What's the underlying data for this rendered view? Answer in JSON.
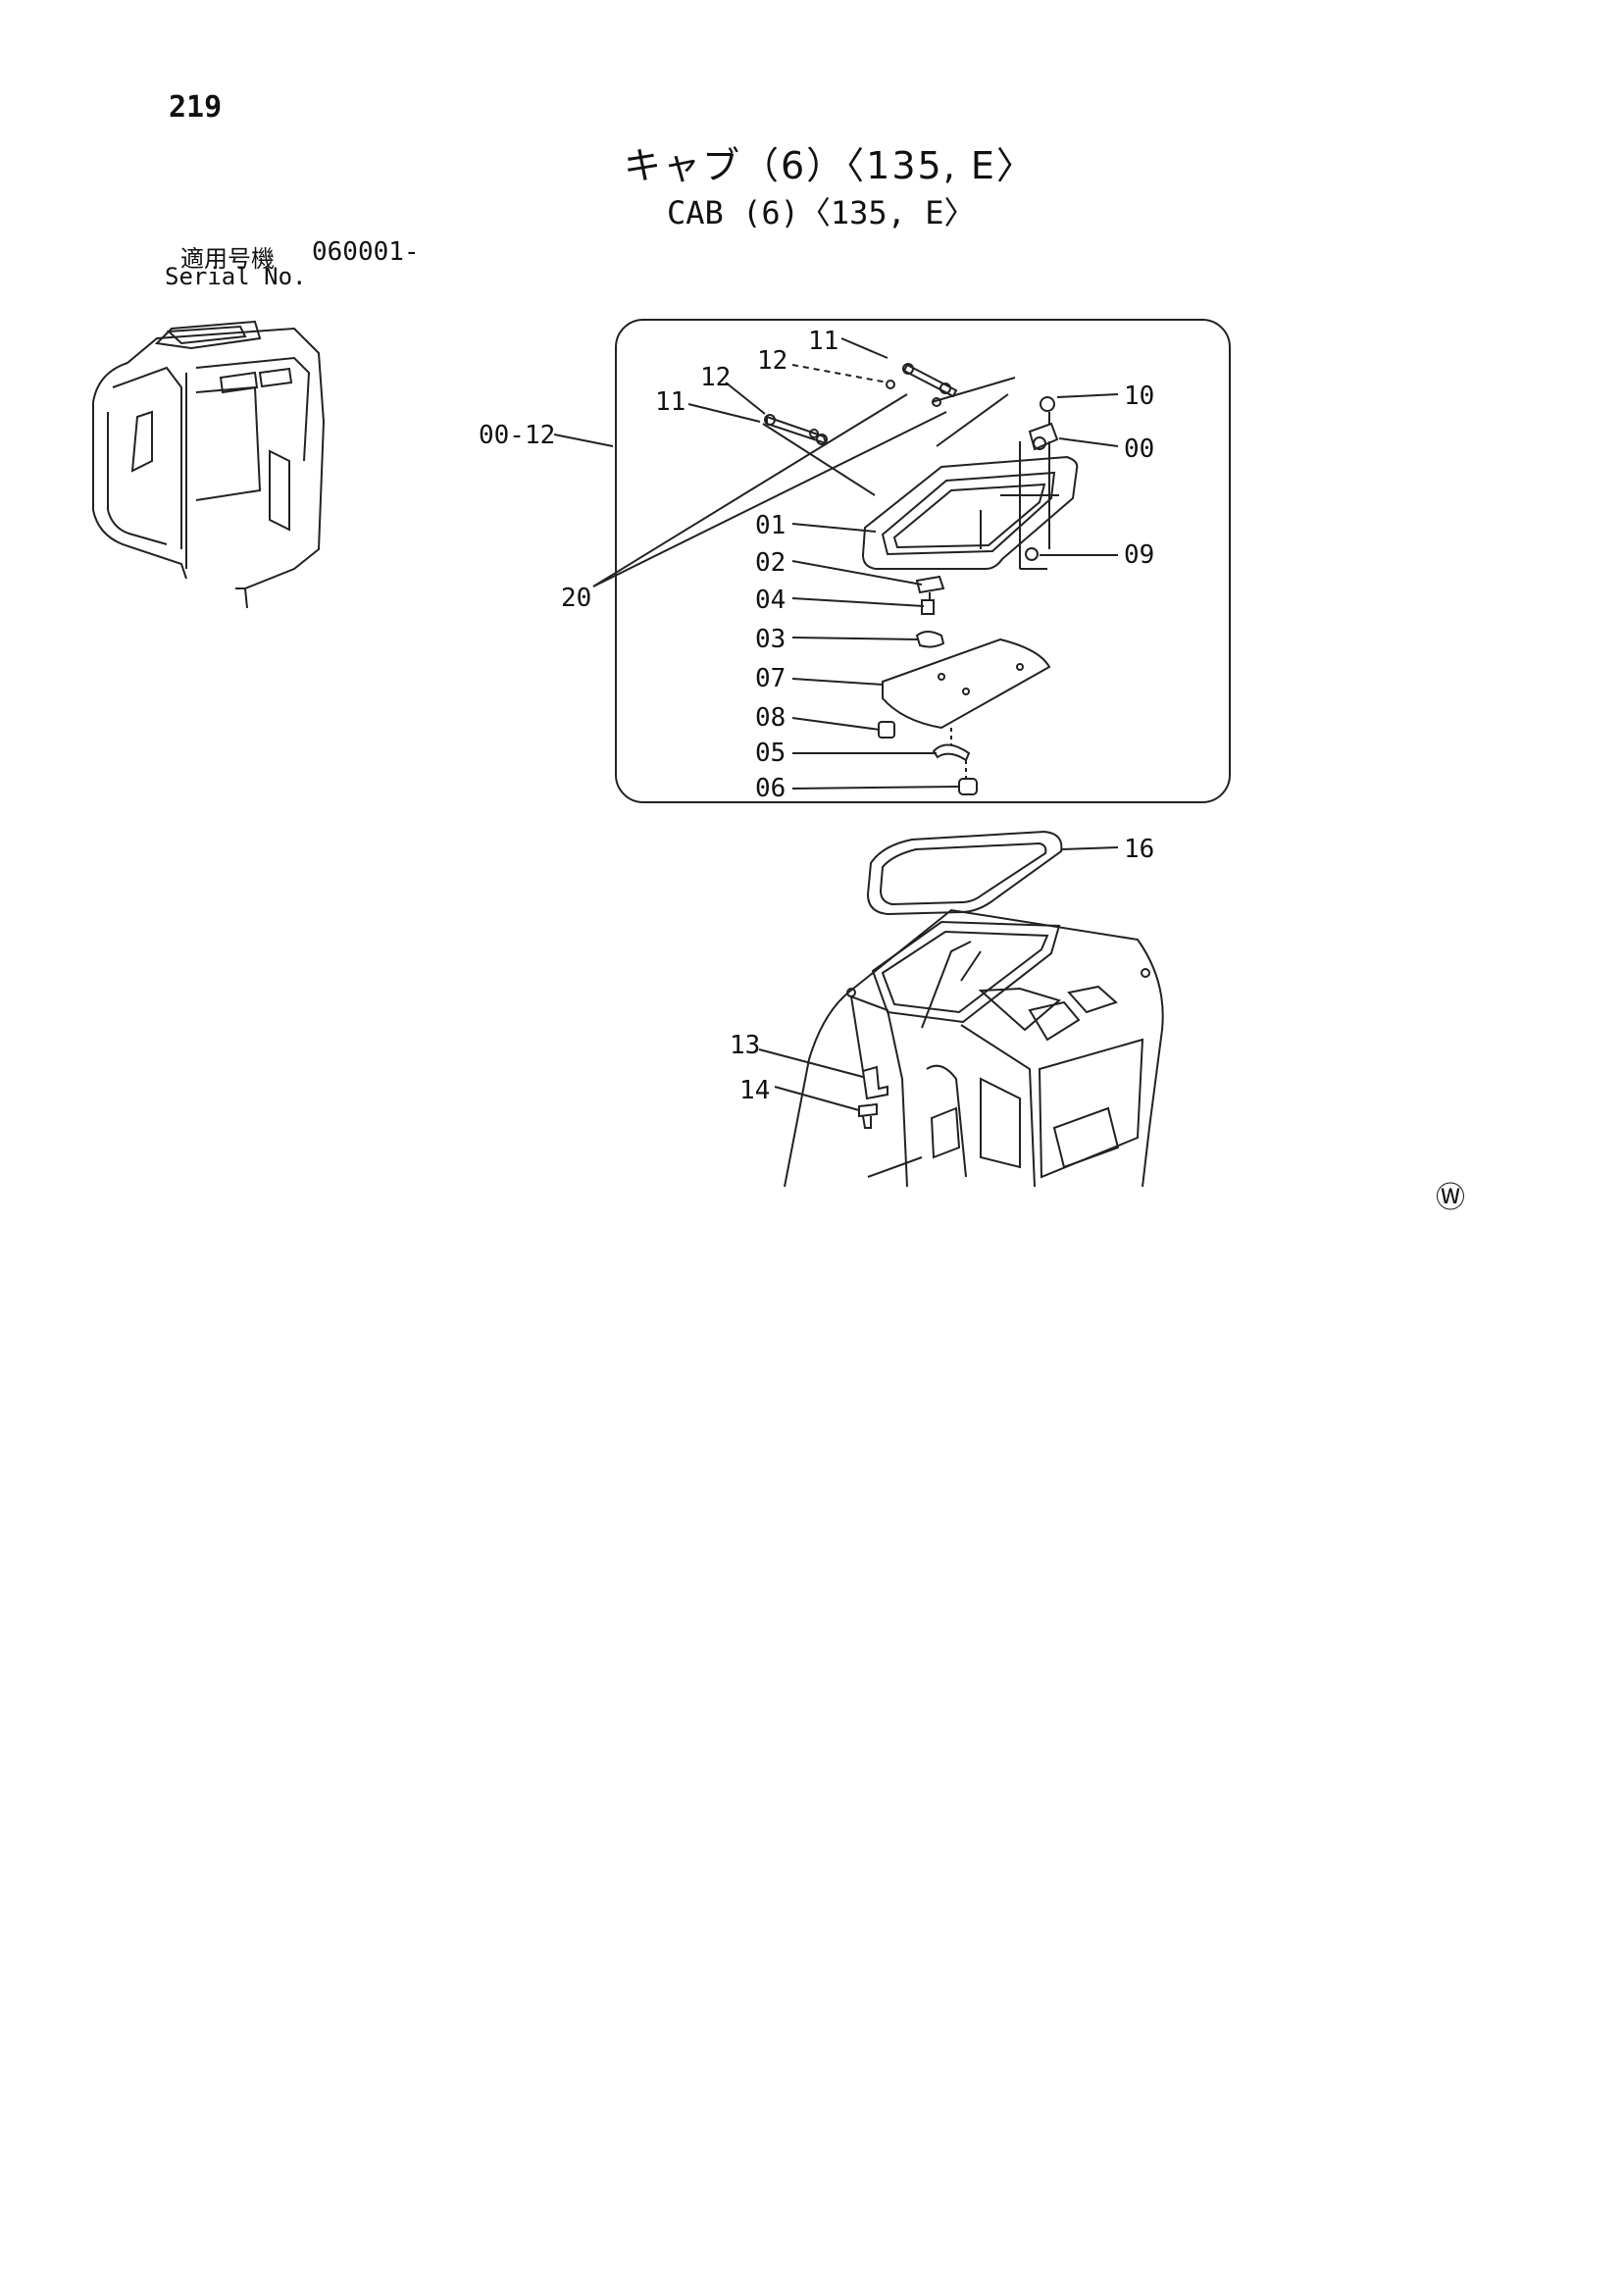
{
  "page": {
    "number": "219"
  },
  "title": {
    "japanese": "キャブ（6）〈135, E〉",
    "english": "CAB (6)〈135, E〉"
  },
  "serial": {
    "label_jp": "適用号機",
    "label_en": "Serial No.",
    "value": "060001-"
  },
  "mark": "Ⓦ",
  "callouts": {
    "c_00_12": "00-12",
    "c_11a": "11",
    "c_12a": "12",
    "c_11b": "11",
    "c_12b": "12",
    "c_10": "10",
    "c_00": "00",
    "c_01": "01",
    "c_02": "02",
    "c_04": "04",
    "c_03": "03",
    "c_07": "07",
    "c_08": "08",
    "c_05": "05",
    "c_06": "06",
    "c_09": "09",
    "c_20": "20",
    "c_16": "16",
    "c_13": "13",
    "c_14": "14"
  }
}
